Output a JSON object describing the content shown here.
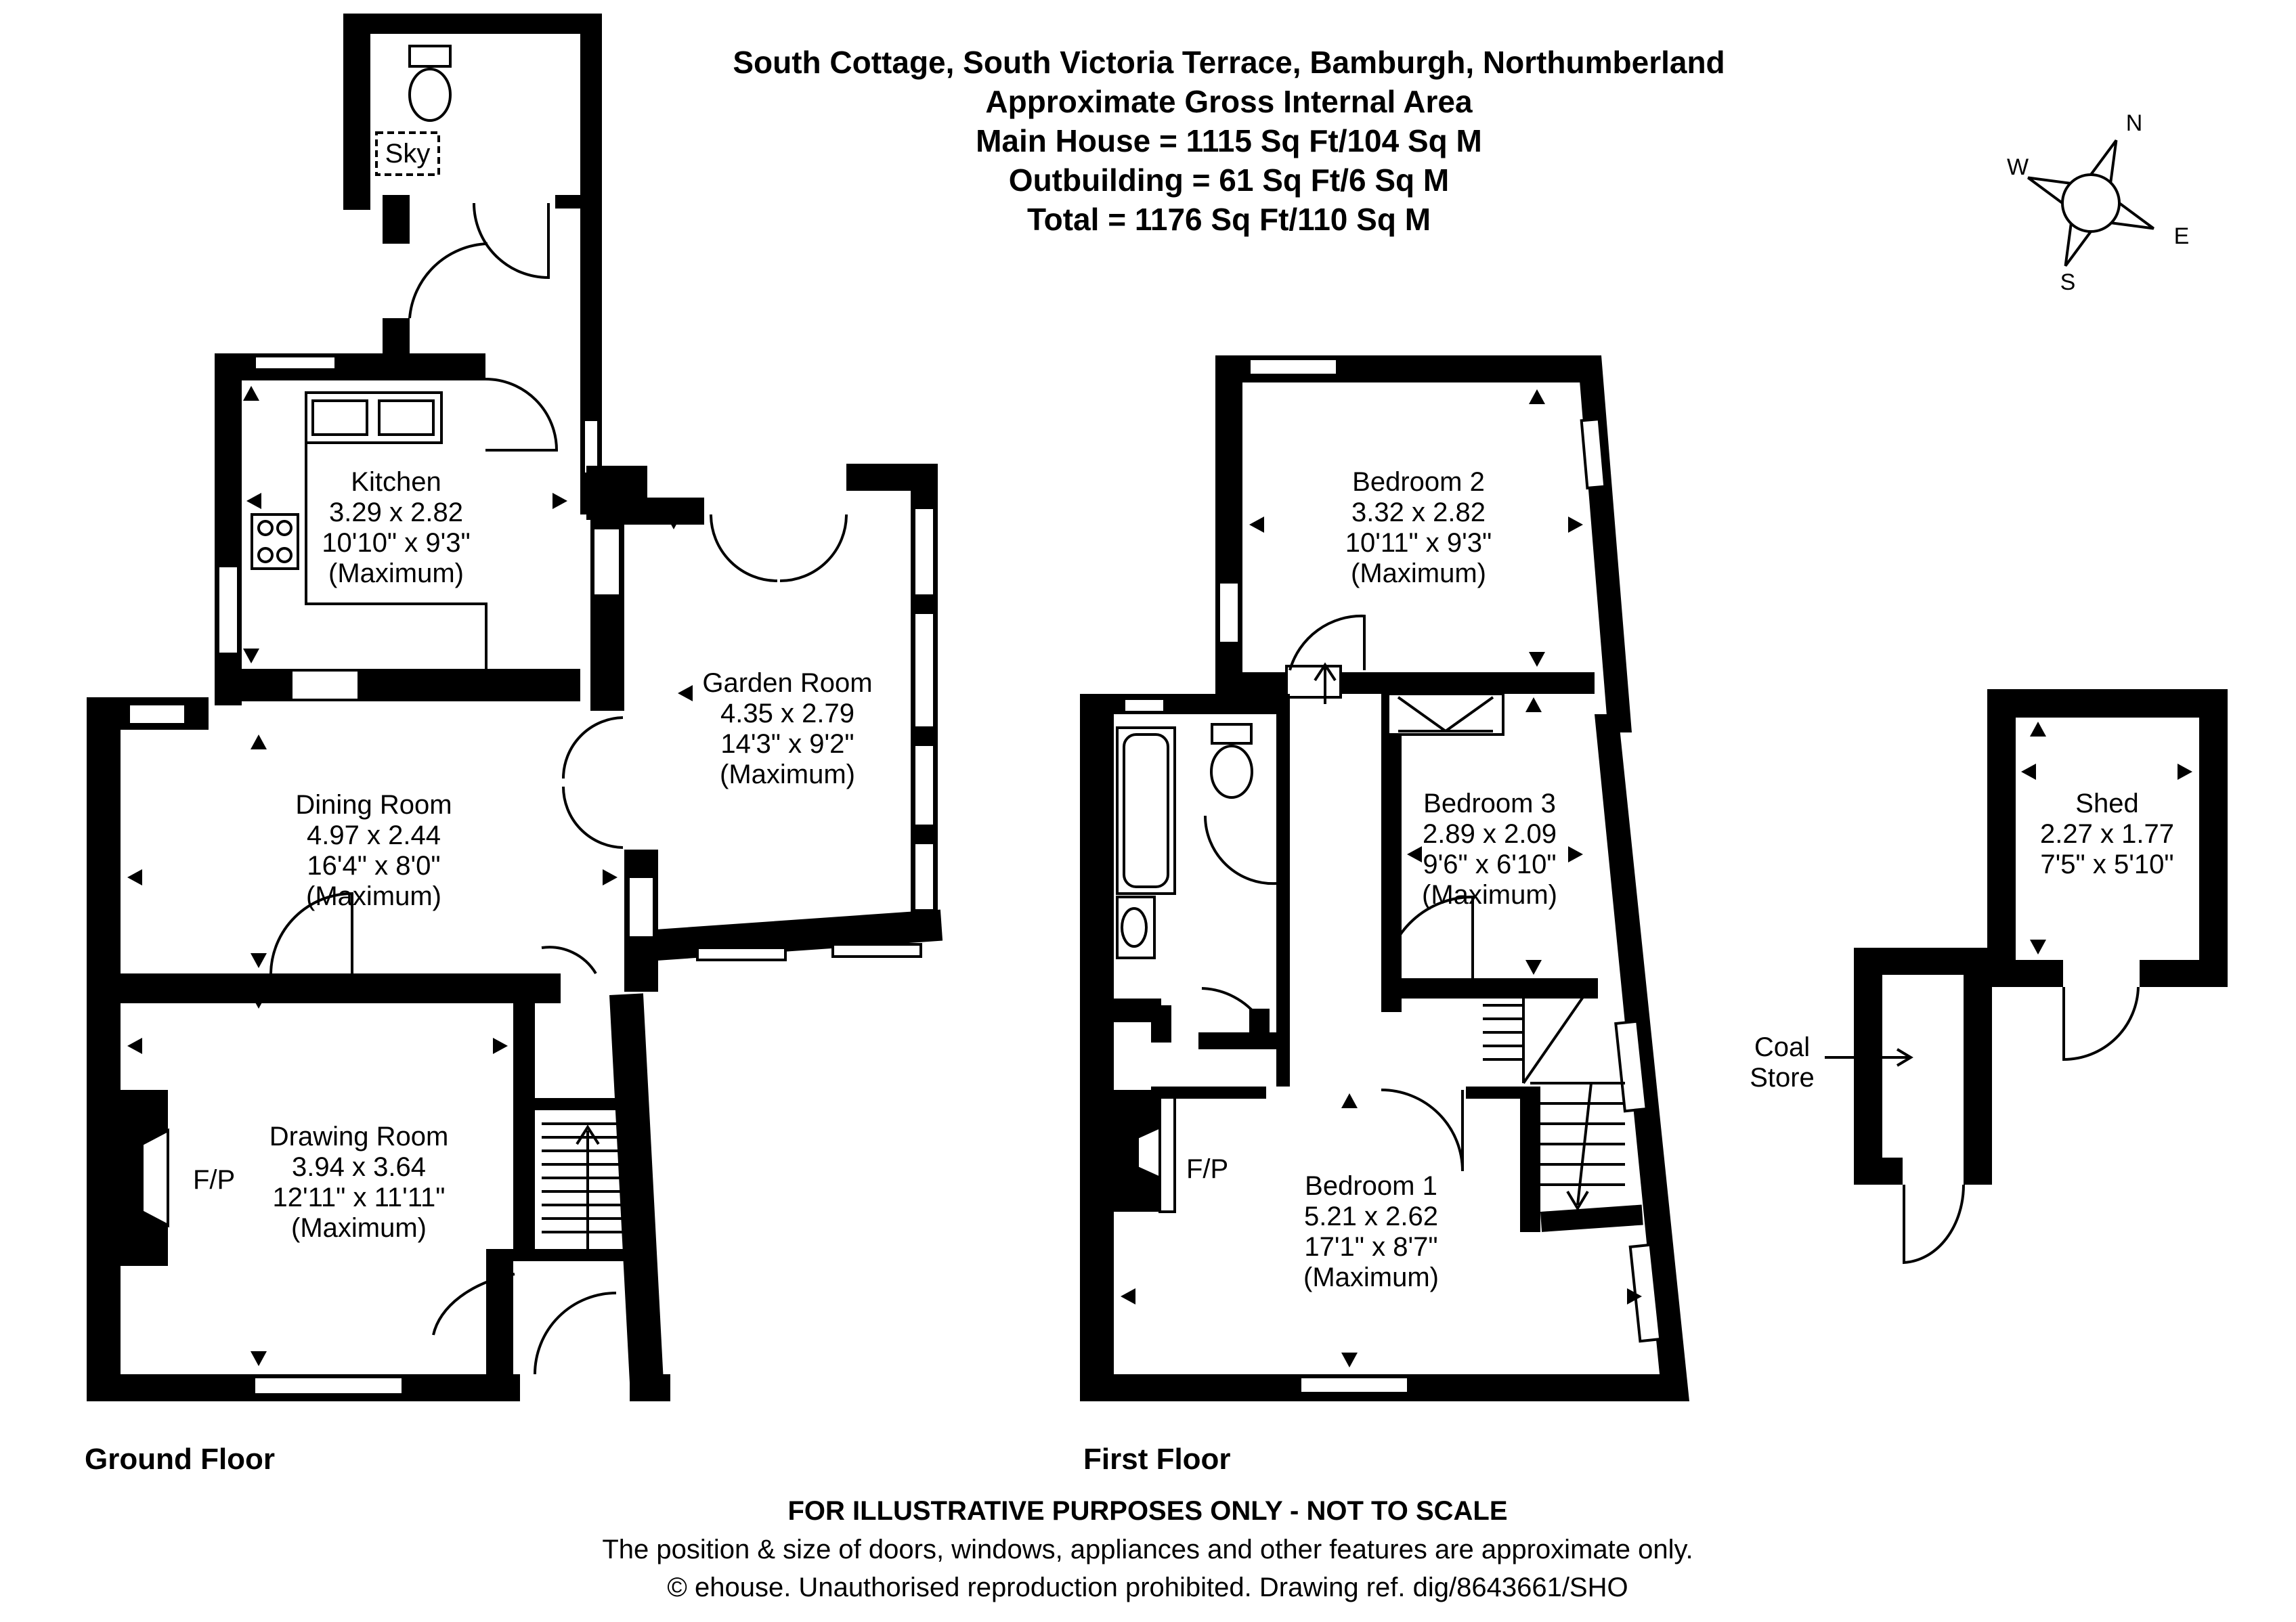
{
  "header": {
    "address": "South Cottage, South Victoria Terrace, Bamburgh, Northumberland",
    "area_title": "Approximate Gross Internal Area",
    "main_house": "Main House = 1115 Sq Ft/104 Sq M",
    "outbuilding": "Outbuilding = 61 Sq Ft/6 Sq M",
    "total": "Total = 1176 Sq Ft/110 Sq M"
  },
  "compass": {
    "n": "N",
    "e": "E",
    "s": "S",
    "w": "W"
  },
  "floors": {
    "ground": "Ground Floor",
    "first": "First Floor"
  },
  "rooms": {
    "kitchen": {
      "name": "Kitchen",
      "metric": "3.29 x 2.82",
      "imperial": "10'10\" x 9'3\"",
      "note": "(Maximum)"
    },
    "garden_room": {
      "name": "Garden Room",
      "metric": "4.35 x 2.79",
      "imperial": "14'3\" x 9'2\"",
      "note": "(Maximum)"
    },
    "dining_room": {
      "name": "Dining Room",
      "metric": "4.97 x 2.44",
      "imperial": "16'4\" x 8'0\"",
      "note": "(Maximum)"
    },
    "drawing_room": {
      "name": "Drawing Room",
      "metric": "3.94 x 3.64",
      "imperial": "12'11\" x 11'11\"",
      "note": "(Maximum)"
    },
    "bedroom2": {
      "name": "Bedroom 2",
      "metric": "3.32 x 2.82",
      "imperial": "10'11\" x 9'3\"",
      "note": "(Maximum)"
    },
    "bedroom3": {
      "name": "Bedroom 3",
      "metric": "2.89 x 2.09",
      "imperial": "9'6\" x 6'10\"",
      "note": "(Maximum)"
    },
    "bedroom1": {
      "name": "Bedroom 1",
      "metric": "5.21 x 2.62",
      "imperial": "17'1\" x 8'7\"",
      "note": "(Maximum)"
    },
    "shed": {
      "name": "Shed",
      "metric": "2.27 x 1.77",
      "imperial": "7'5\" x 5'10\""
    }
  },
  "labels": {
    "sky": "Sky",
    "fireplace": "F/P",
    "coal_store_line1": "Coal",
    "coal_store_line2": "Store"
  },
  "footer": {
    "disclaimer": "FOR ILLUSTRATIVE PURPOSES ONLY - NOT TO SCALE",
    "note": "The position & size of doors, windows, appliances and other features are approximate only.",
    "copyright": "© ehouse. Unauthorised reproduction prohibited. Drawing ref. dig/8643661/SHO"
  }
}
